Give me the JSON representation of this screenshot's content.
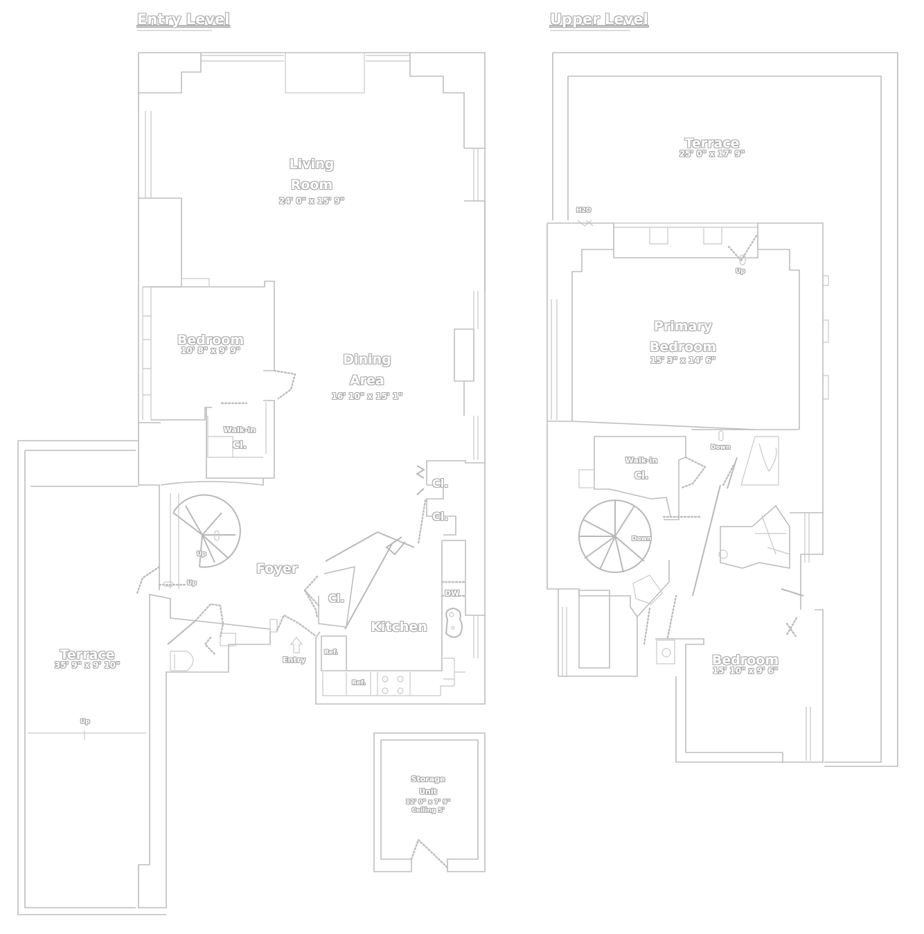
{
  "levels": [
    {
      "title": "Entry Level",
      "rooms": [
        {
          "name_lines": [
            "Living",
            "Room"
          ],
          "dimensions": "24' 0\" x 15' 9\""
        },
        {
          "name_lines": [
            "Bedroom"
          ],
          "dimensions": "10' 8\" x 9' 9\""
        },
        {
          "name_lines": [
            "Dining",
            "Area"
          ],
          "dimensions": "16' 10\" x 15' 1\""
        },
        {
          "name_lines": [
            "Walk-in",
            "Cl."
          ],
          "dimensions": ""
        },
        {
          "name_lines": [
            "Foyer"
          ],
          "dimensions": ""
        },
        {
          "name_lines": [
            "Kitchen"
          ],
          "dimensions": ""
        },
        {
          "name_lines": [
            "Terrace"
          ],
          "dimensions": "35' 9\" x 9' 10\""
        },
        {
          "name_lines": [
            "Storage",
            "Unit"
          ],
          "dimensions": "12' 0\" x 7' 9\"",
          "note": "Ceiling 5'"
        }
      ],
      "fixtures": {
        "closet_1": "Cl.",
        "closet_2": "Cl.",
        "closet_3": "Cl.",
        "dishwasher": "DW",
        "refrigerator_1": "Ref.",
        "refrigerator_2": "Ref.",
        "entry": "Entry",
        "stair_up": "Up",
        "step_up": "Up",
        "terrace_up": "Up"
      }
    },
    {
      "title": "Upper Level",
      "rooms": [
        {
          "name_lines": [
            "Terrace"
          ],
          "dimensions": "25' 0\" x 17' 9\""
        },
        {
          "name_lines": [
            "Primary",
            "Bedroom"
          ],
          "dimensions": "15' 3\" x 14' 6\""
        },
        {
          "name_lines": [
            "Walk-in",
            "Cl."
          ],
          "dimensions": ""
        },
        {
          "name_lines": [
            "Bedroom"
          ],
          "dimensions": "15' 10\" x 9' 6\""
        }
      ],
      "fixtures": {
        "water_heater": "H2O",
        "step_up": "Up",
        "step_down": "Down",
        "stair_down": "Down"
      }
    }
  ],
  "colors": {
    "wall": "#bdbdbd",
    "label_outline": "#a9a9a9",
    "label_fill": "#ffffff",
    "background": "#ffffff"
  }
}
